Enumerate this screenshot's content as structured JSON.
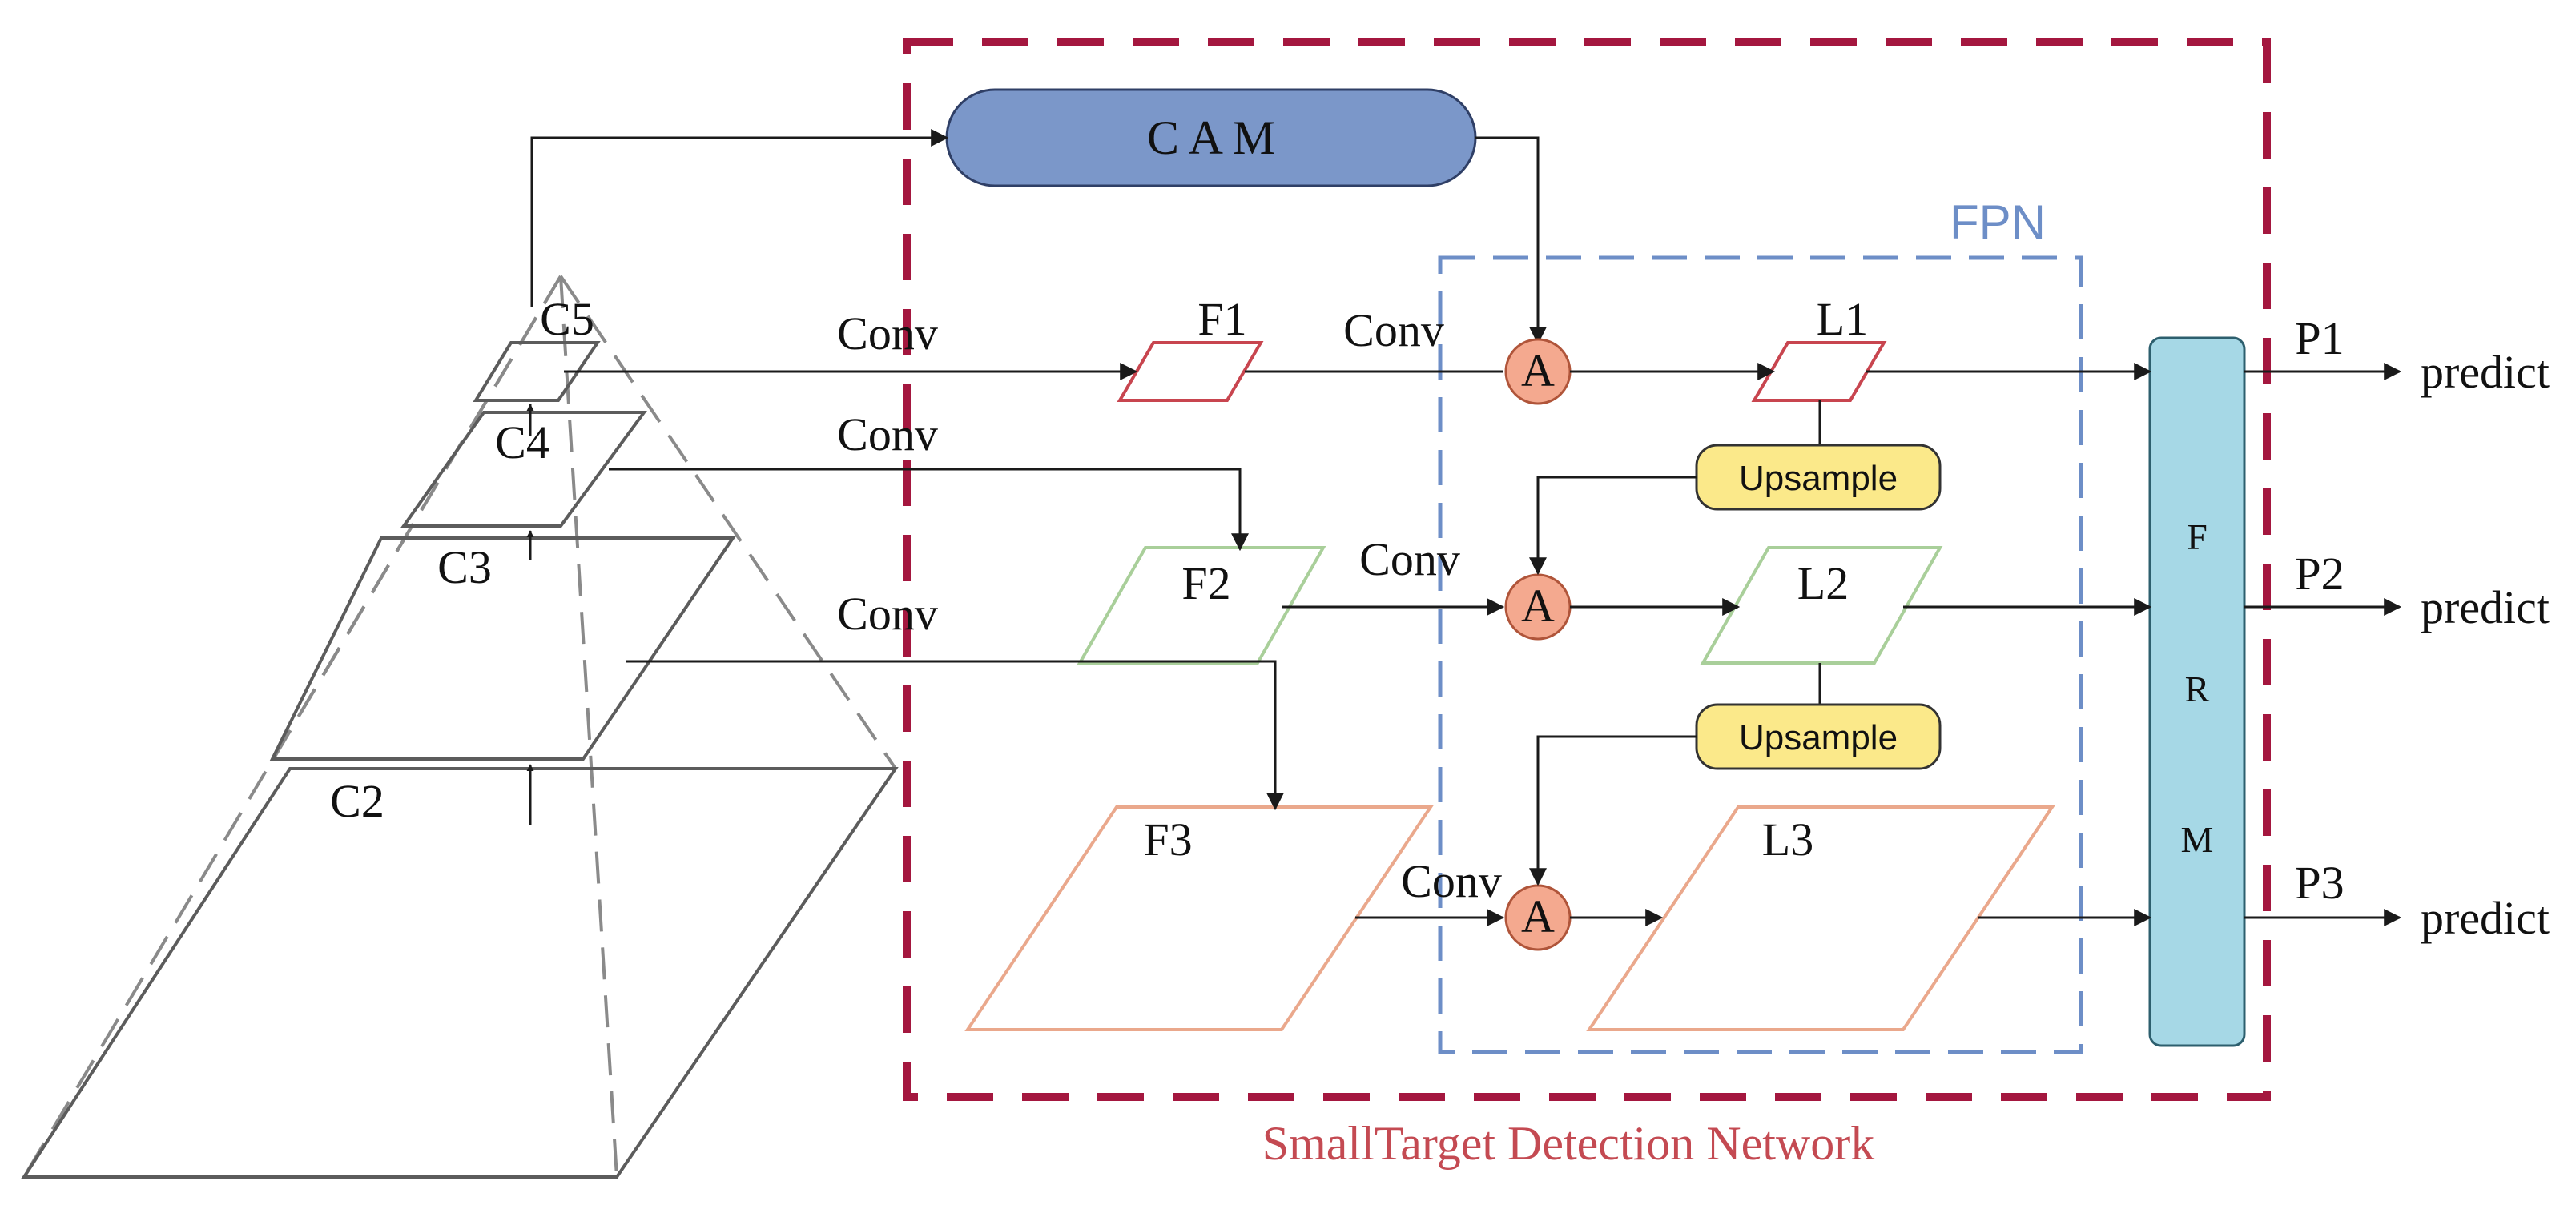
{
  "backbone": {
    "levels": [
      "C5",
      "C4",
      "C3",
      "C2"
    ]
  },
  "network": {
    "title": "SmallTarget Detection Network",
    "color": "#a4173f"
  },
  "cam": {
    "label": "C A M",
    "color": "#7b97c9"
  },
  "fpn": {
    "label": "FPN",
    "color": "#6d8ec7"
  },
  "conv_label": "Conv",
  "features": [
    "F1",
    "F2",
    "F3"
  ],
  "laterals": [
    "L1",
    "L2",
    "L3"
  ],
  "feature_colors": [
    "#c8454f",
    "#a9cf9a",
    "#eaa88c"
  ],
  "attention": {
    "label": "A",
    "color": "#f4a98f"
  },
  "upsample": {
    "label": "Upsample",
    "color": "#fbe98a"
  },
  "frm": {
    "letters": [
      "F",
      "R",
      "M"
    ],
    "color": "#a6d8e6"
  },
  "outputs": [
    {
      "name": "P1",
      "action": "predict"
    },
    {
      "name": "P2",
      "action": "predict"
    },
    {
      "name": "P3",
      "action": "predict"
    }
  ]
}
